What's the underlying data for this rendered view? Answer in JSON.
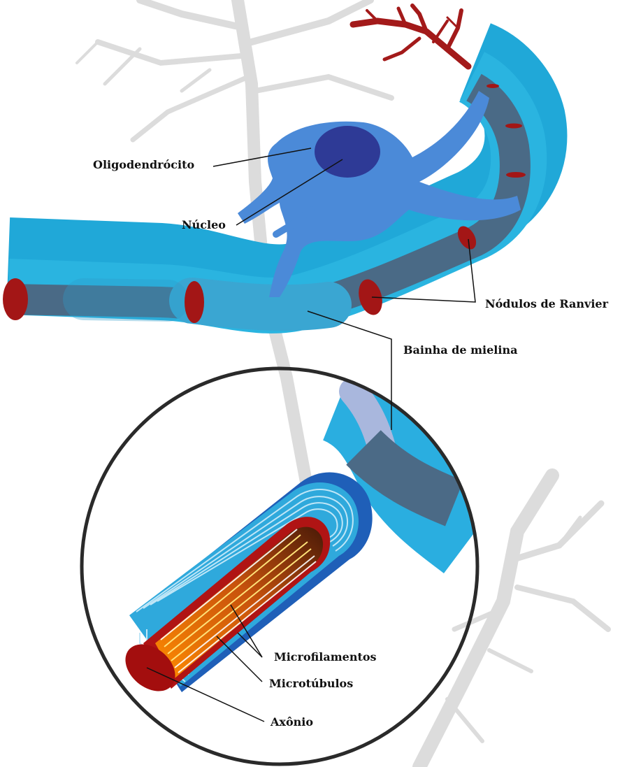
{
  "labels": {
    "oligodendrocyte": "Oligodendrócito",
    "nucleus": "Núcleo",
    "nodes": "Nódulos de Ranvier",
    "myelin": "Bainha de mielina",
    "microfilaments": "Microfilamentos",
    "microtubules": "Microtúbulos",
    "axon": "Axônio"
  },
  "colors": {
    "myelin_light": "#2fb4de",
    "myelin_mid": "#1f8fc4",
    "oligodendrocyte": "#4f8fdb",
    "nucleus": "#2e3a96",
    "axon_slate": "#46637e",
    "node_red": "#a01616",
    "background_neuron": "#dedede",
    "circle_stroke": "#2a2a2a"
  }
}
